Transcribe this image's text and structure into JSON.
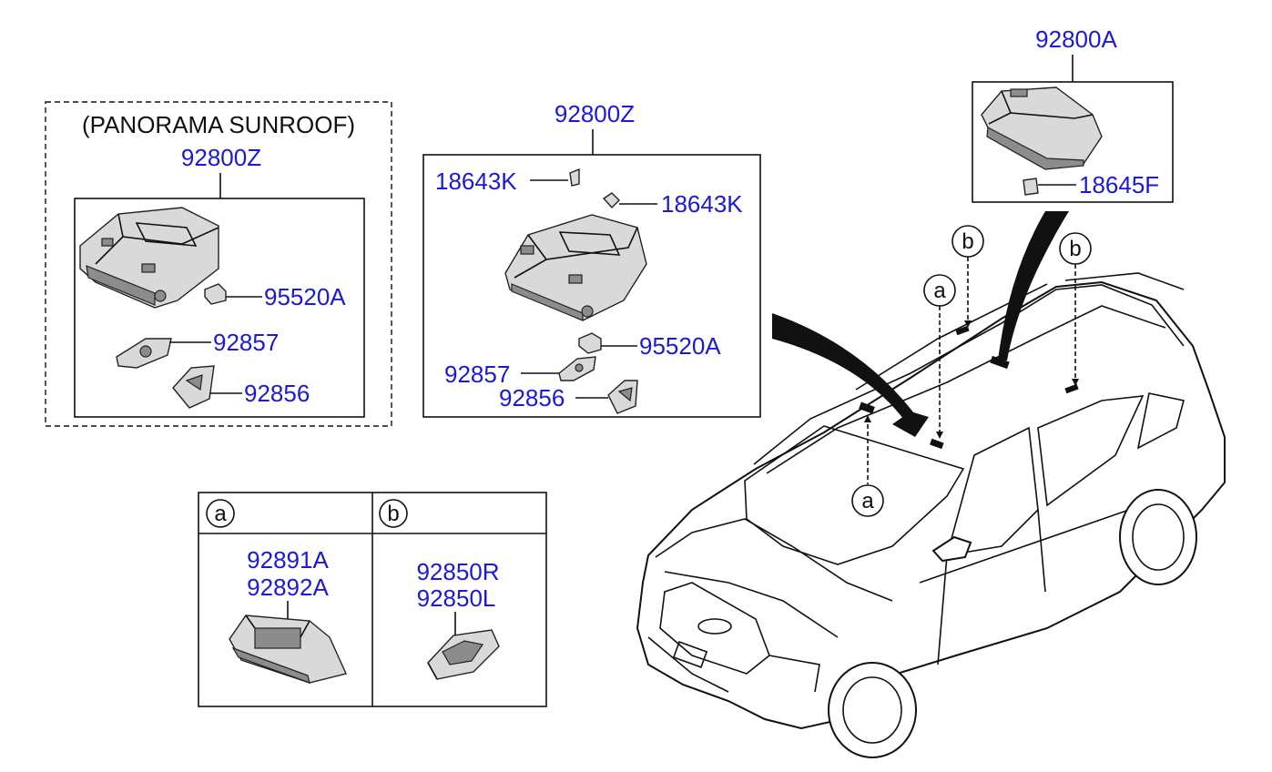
{
  "panorama": {
    "heading": "(PANORAMA SUNROOF)",
    "assembly": "92800Z",
    "part_switch": "95520A",
    "part_lens_a": "92857",
    "part_lens_b": "92856"
  },
  "standard": {
    "assembly": "92800Z",
    "bulb_1": "18643K",
    "bulb_2": "18643K",
    "part_switch": "95520A",
    "part_lens_a": "92857",
    "part_lens_b": "92856"
  },
  "rear_lamp": {
    "assembly": "92800A",
    "bulb": "18645F"
  },
  "legend": {
    "col_a": "a",
    "col_b": "b",
    "a_part_1": "92891A",
    "a_part_2": "92892A",
    "b_part_1": "92850R",
    "b_part_2": "92850L"
  },
  "callouts": {
    "a": "a",
    "b": "b"
  },
  "colors": {
    "part_number": "#1a1ad6",
    "line": "#111111"
  }
}
